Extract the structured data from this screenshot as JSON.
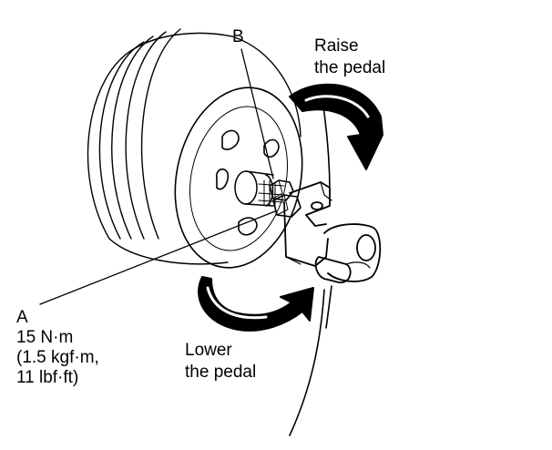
{
  "labels": {
    "b": "B",
    "raise_line1": "Raise",
    "raise_line2": "the pedal",
    "a": "A",
    "torque_line1": "15 N·m",
    "torque_line2": "(1.5 kgf·m,",
    "torque_line3": "11 lbf·ft)",
    "lower_line1": "Lower",
    "lower_line2": "the pedal"
  }
}
